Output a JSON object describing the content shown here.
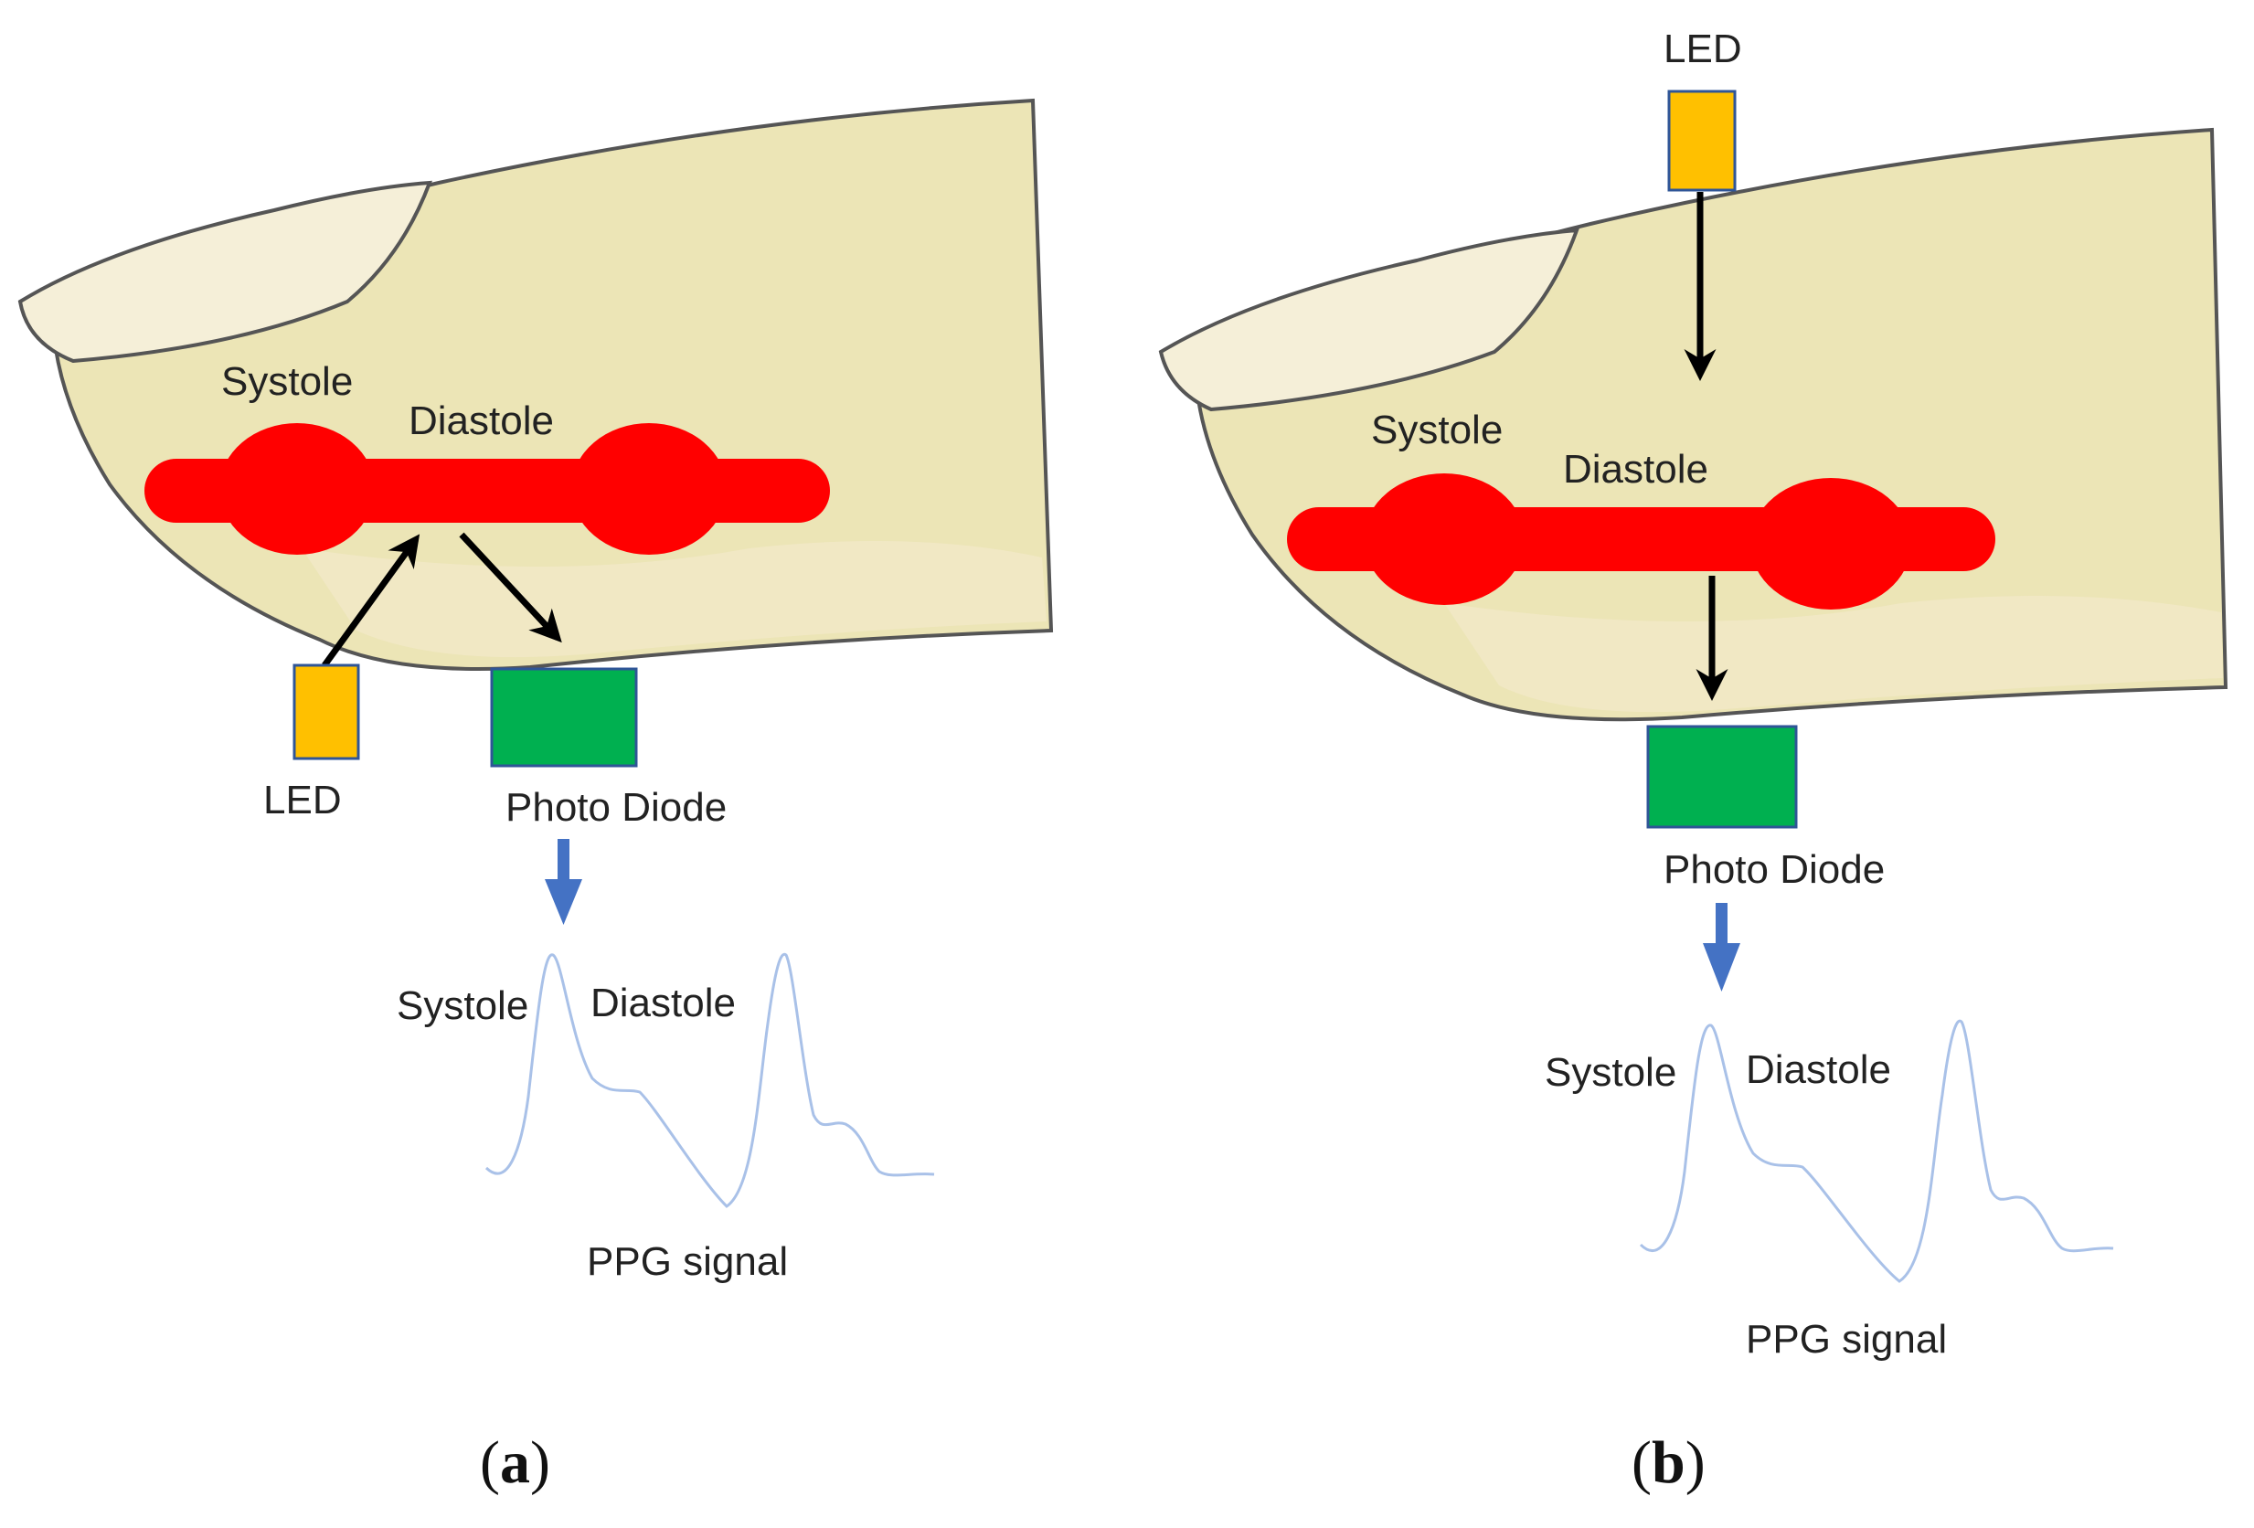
{
  "colors": {
    "skin": "#ECE5B6",
    "skin_outline": "#555555",
    "nail": "#F5EFD8",
    "vessel": "#FF0000",
    "led": "#FFC000",
    "photodiode": "#00B050",
    "component_border": "#2F5597",
    "ppg_line": "#A9C1E8",
    "output_arrow": "#4472C4",
    "light_arrow": "#000000"
  },
  "panel_a": {
    "systole": "Systole",
    "diastole": "Diastole",
    "led": "LED",
    "photodiode": "Photo Diode",
    "ppg_systole": "Systole",
    "ppg_diastole": "Diastole",
    "ppg_signal": "PPG signal",
    "caption_open": "(",
    "caption_letter": "a",
    "caption_close": ")"
  },
  "panel_b": {
    "systole": "Systole",
    "diastole": "Diastole",
    "led": "LED",
    "photodiode": "Photo Diode",
    "ppg_systole": "Systole",
    "ppg_diastole": "Diastole",
    "ppg_signal": "PPG signal",
    "caption_open": "(",
    "caption_letter": "b",
    "caption_close": ")"
  }
}
